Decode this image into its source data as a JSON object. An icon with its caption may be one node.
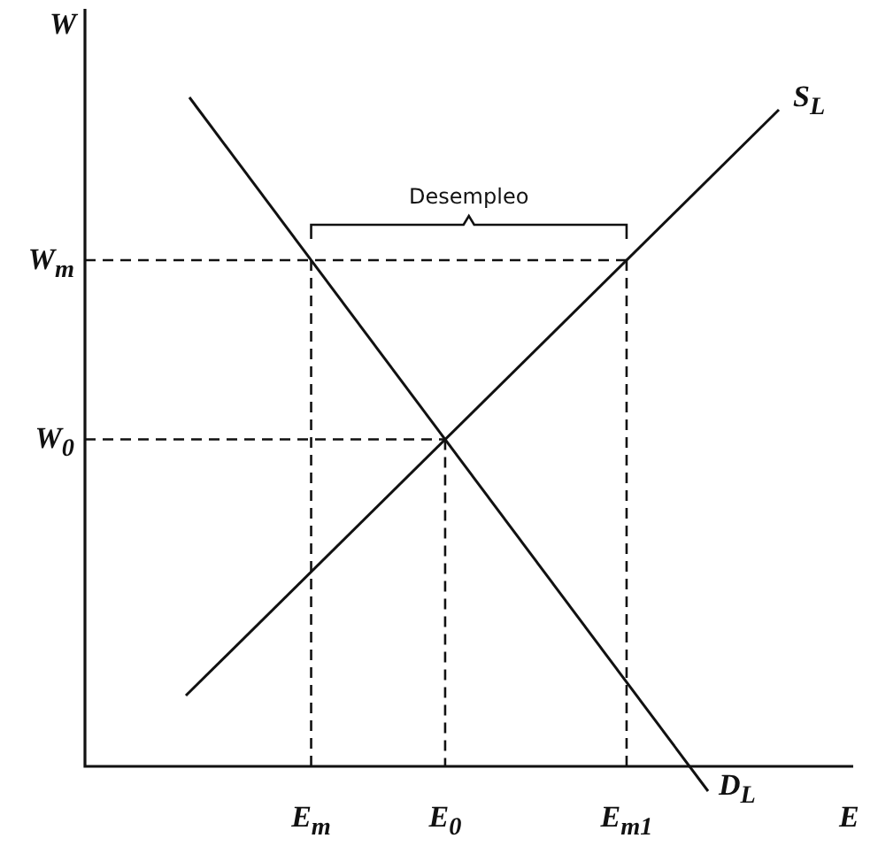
{
  "diagram": {
    "labels": [
      "W",
      "Desempleo",
      "S$_{L}$",
      "W$_{m}$",
      "W$_{0}$",
      "D$_{L}$",
      "E$_{m}$",
      "E$_{0}$",
      "E$_{m1}$",
      "E"
    ]
  }
}
